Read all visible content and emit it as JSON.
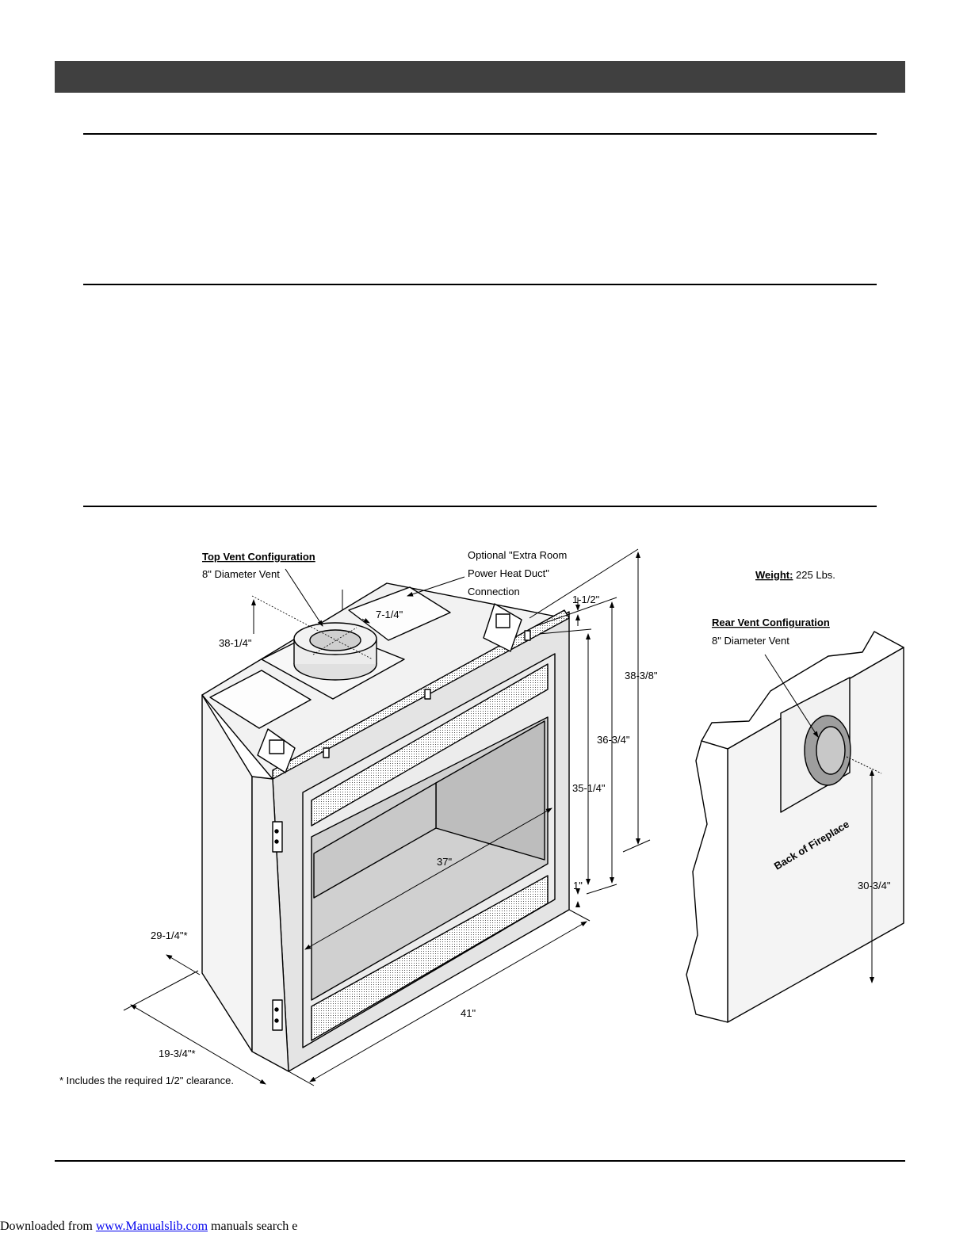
{
  "diagram": {
    "top_vent_title": "Top Vent Configuration",
    "top_vent_sub": "8\" Diameter Vent",
    "optional_line1": "Optional \"Extra Room",
    "optional_line2": "Power Heat Duct\"",
    "optional_line3": "Connection",
    "weight_label": "Weight:",
    "weight_value": " 225 Lbs.",
    "rear_vent_title": "Rear Vent Configuration",
    "rear_vent_sub": "8\" Diameter Vent",
    "back_label": "Back of Fireplace",
    "dims": {
      "d_7_1_4": "7-1/4\"",
      "d_38_1_4": "38-1/4\"",
      "d_1_1_2": "1-1/2\"",
      "d_38_3_8": "38-3/8\"",
      "d_36_3_4": "36-3/4\"",
      "d_35_1_4": "35-1/4\"",
      "d_37": "37\"",
      "d_1": "1\"",
      "d_41": "41\"",
      "d_29_1_4": "29-1/4\"*",
      "d_19_3_4": "19-3/4\"*",
      "d_30_3_4": "30-3/4\""
    },
    "footnote": "* Includes the required 1/2\" clearance."
  },
  "footer": {
    "prefix": "Downloaded from ",
    "link": "www.Manualslib.com",
    "suffix": " manuals search e"
  }
}
